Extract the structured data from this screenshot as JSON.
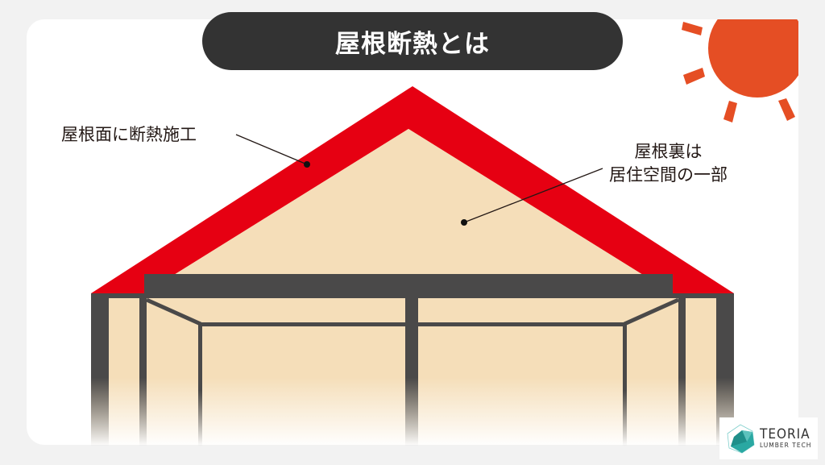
{
  "title": "屋根断熱とは",
  "labels": {
    "roof_surface": "屋根面に断熱施工",
    "attic_line1": "屋根裏は",
    "attic_line2": "居住空間の一部"
  },
  "logo": {
    "name": "TEORIA",
    "sub": "LUMBER TECH"
  },
  "colors": {
    "background": "#f2f2f2",
    "card": "#ffffff",
    "title_pill": "#333333",
    "roof_insulation": "#e60012",
    "interior": "#f5deb9",
    "frame": "#4a4949",
    "sun": "#e54e24",
    "logo_teal": "#2aa8a2"
  },
  "icons": [
    "sun-icon",
    "teoria-logo-icon"
  ]
}
